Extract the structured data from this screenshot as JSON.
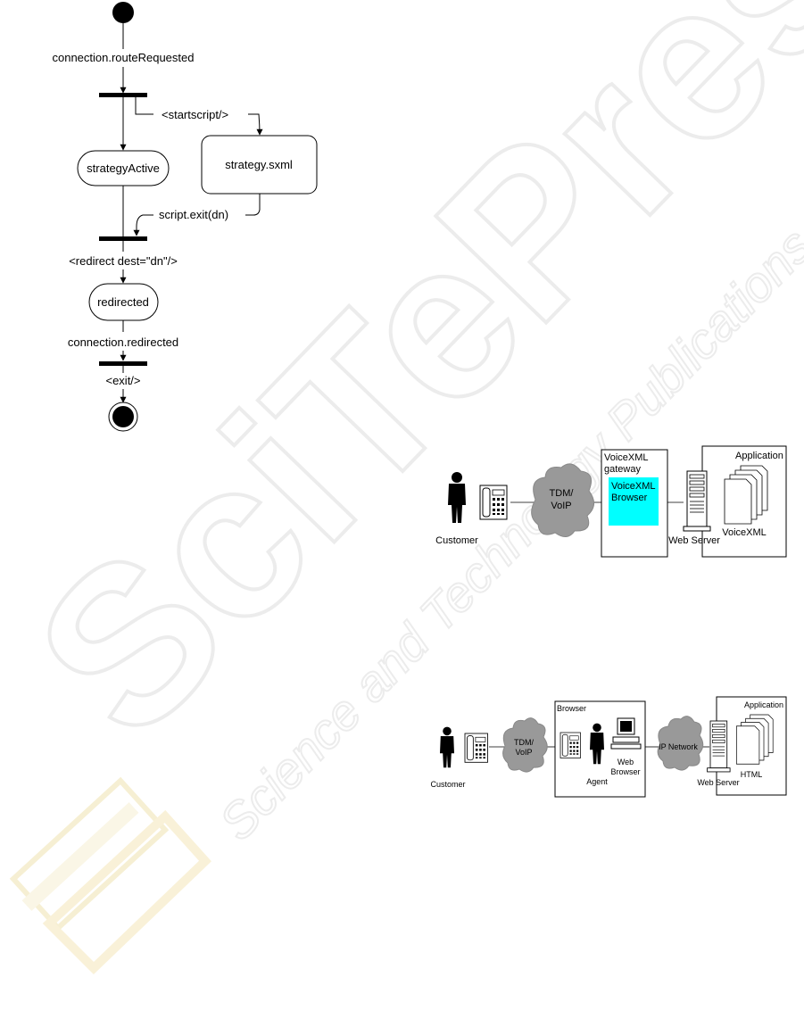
{
  "watermark": {
    "logo_text": "SciTePress",
    "tagline": "Science and Technology Publications"
  },
  "activity_diagram": {
    "event_route_requested": "connection.routeRequested",
    "start_script": "<startscript/>",
    "state_strategy_active": "strategyActive",
    "script_box": "strategy.sxml",
    "script_exit": "script.exit(dn)",
    "redirect_action": "<redirect dest=\"dn\"/>",
    "state_redirected": "redirected",
    "event_redirected": "connection.redirected",
    "exit_action": "<exit/>"
  },
  "voicexml_diagram": {
    "customer_label": "Customer",
    "network_line1": "TDM/",
    "network_line2": "VoIP",
    "gateway_line1": "VoiceXML",
    "gateway_line2": "gateway",
    "browser_line1": "VoiceXML",
    "browser_line2": "Browser",
    "browser_color": "#00ffff",
    "web_server_label": "Web Server",
    "application_label": "Application",
    "docs_label": "VoiceXML"
  },
  "html_diagram": {
    "customer_label": "Customer",
    "network_line1": "TDM/",
    "network_line2": "VoIP",
    "browser_box_label": "Browser",
    "agent_label": "Agent",
    "web_browser_line1": "Web",
    "web_browser_line2": "Browser",
    "ip_network_label": "IP Network",
    "web_server_label": "Web Server",
    "application_label": "Application",
    "docs_label": "HTML"
  }
}
